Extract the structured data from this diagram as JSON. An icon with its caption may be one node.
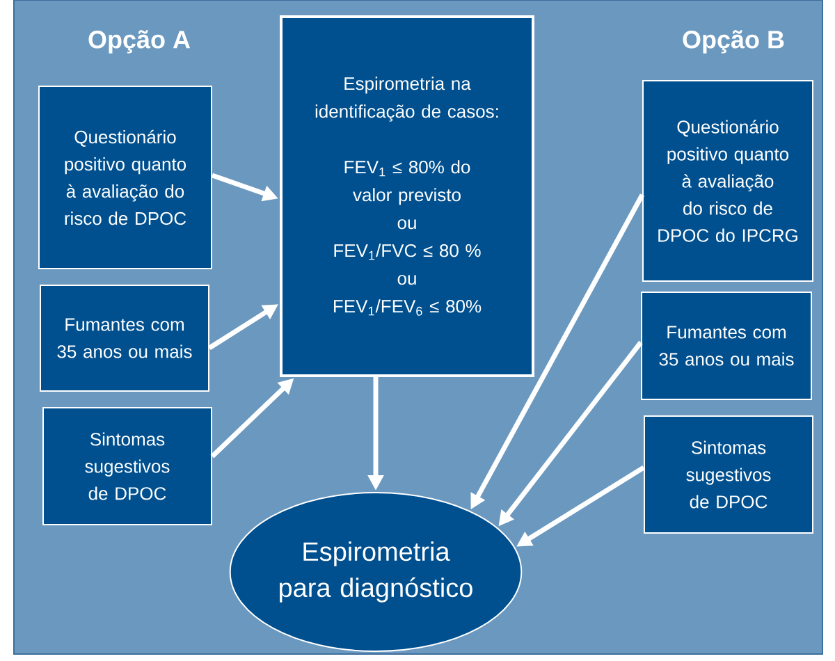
{
  "diagram": {
    "nodes": [
      {
        "text": [
          "Espirometria na identificação de casos:",
          "FEV$_{1}$ ≤ 80% do valor previsto",
          "ou",
          "FEV$_{1}$/FVC ≤ 80 %",
          "ou",
          "FEV$_{1}$/FEV$_{6}$ ≤ 80%"
        ]
      },
      {
        "text": [
          "Questionário positivo quanto à avaliação do risco de DPOC"
        ]
      },
      {
        "text": [
          "Fumantes com 35 anos ou mais"
        ]
      },
      {
        "text": [
          "Sintomas sugestivos de DPOC"
        ]
      },
      {
        "text": [
          "Questionário positivo quanto à avaliação do risco de DPOC do IPCRG"
        ]
      },
      {
        "text": [
          "Fumantes com 35 anos ou mais"
        ]
      },
      {
        "text": [
          "Sintomas sugestivos de DPOC"
        ]
      },
      {
        "text": [
          "Espirometria para diagnóstico"
        ]
      }
    ],
    "edges": [
      {
        "from": 1,
        "to": 0,
        "arrow": "to"
      },
      {
        "from": 2,
        "to": 0,
        "arrow": "to"
      },
      {
        "from": 3,
        "to": 0,
        "arrow": "to"
      },
      {
        "from": 0,
        "to": 7,
        "arrow": "to"
      },
      {
        "from": 4,
        "to": 7,
        "arrow": "to"
      },
      {
        "from": 5,
        "to": 7,
        "arrow": "to"
      },
      {
        "from": 6,
        "to": 7,
        "arrow": "to"
      }
    ],
    "labels": [
      "Opção A",
      "Opção B"
    ]
  }
}
